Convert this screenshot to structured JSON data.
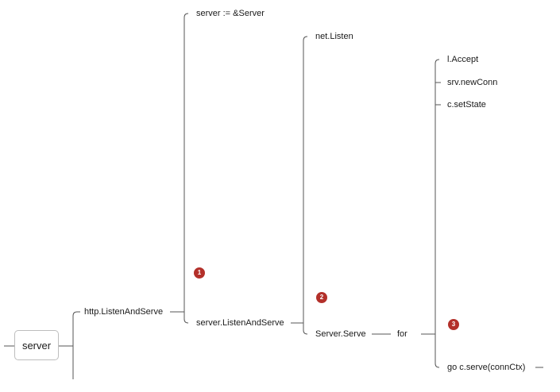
{
  "root": {
    "label": "server"
  },
  "nodes": {
    "http_listen_and_serve": "http.ListenAndServe",
    "server_assign": "server := &Server",
    "server_listen_and_serve": "server.ListenAndServe",
    "net_listen": "net.Listen",
    "server_serve": "Server.Serve",
    "for_loop": "for",
    "l_accept": "l.Accept",
    "srv_new_conn": "srv.newConn",
    "c_set_state": "c.setState",
    "go_c_serve": "go c.serve(connCtx)"
  },
  "markers": [
    "1",
    "2",
    "3"
  ],
  "colors": {
    "marker": "#b3302a",
    "line": "#555555"
  }
}
